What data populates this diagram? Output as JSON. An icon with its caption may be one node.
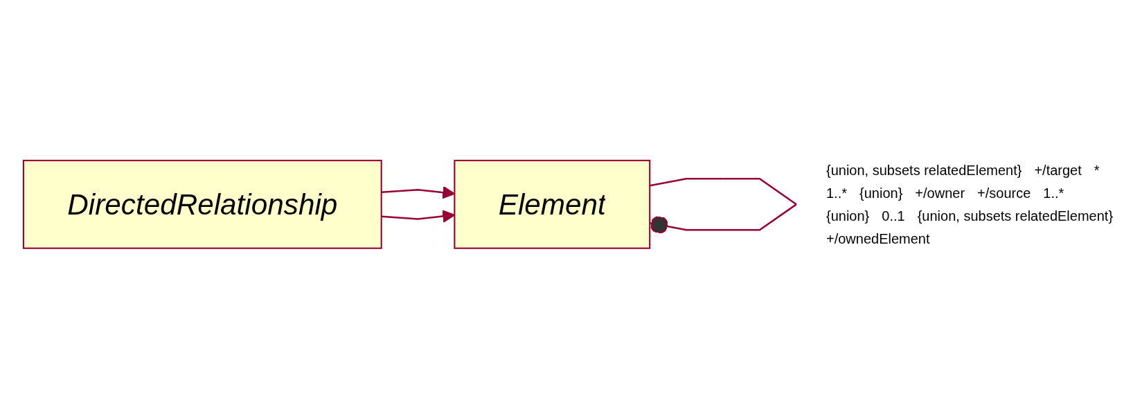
{
  "diagram": {
    "nodes": [
      {
        "text": [
          "DirectedRelationship"
        ]
      },
      {
        "text": [
          "Element"
        ]
      }
    ],
    "edges": [
      {
        "from": 0,
        "to": 1,
        "arrow": "to"
      },
      {
        "from": 0,
        "to": 1,
        "arrow": "to"
      },
      {
        "from": 1,
        "to": 1,
        "arrow": "other"
      }
    ],
    "labels": [
      "{union, subsets relatedElement}",
      "+/target",
      "*",
      "1..*",
      "{union}",
      "+/owner",
      "+/source",
      "1..*",
      "{union}",
      "0..1",
      "{union, subsets relatedElement}",
      "+/ownedElement"
    ]
  }
}
